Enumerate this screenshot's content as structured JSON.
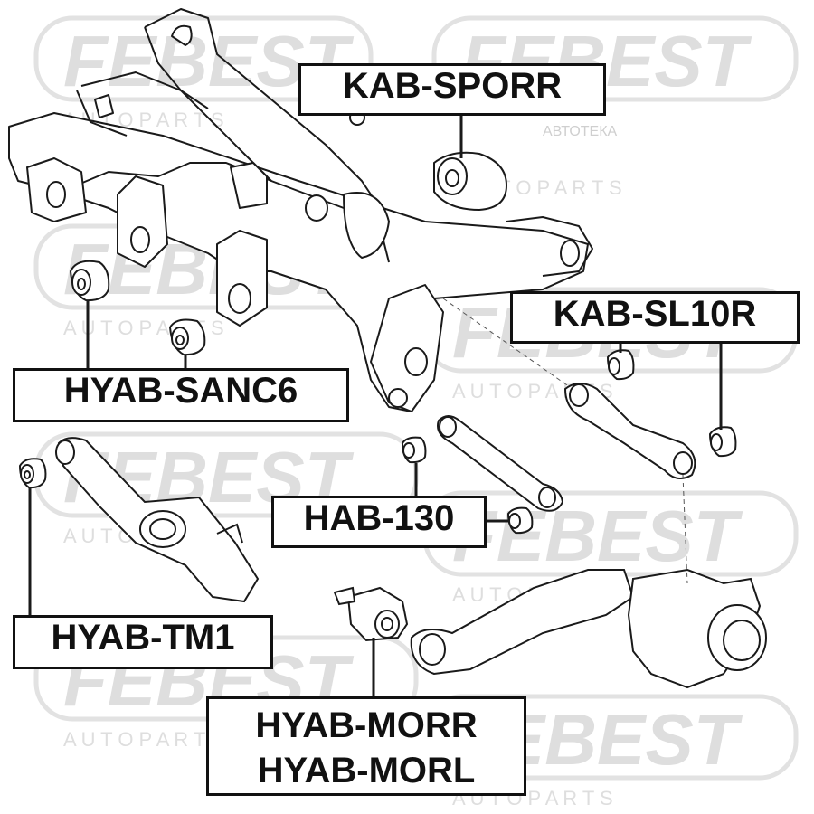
{
  "watermark": {
    "brand": "FEBEST",
    "tagline": "A U T O   P A R T S",
    "mark": "АВТОТЕКА",
    "color": "#d8d8d8"
  },
  "labels": {
    "kab_sporr": "KAB-SPORR",
    "kab_sl10r": "KAB-SL10R",
    "hyab_sanc6": "HYAB-SANC6",
    "hab_130": "HAB-130",
    "hyab_tm1": "HYAB-TM1",
    "hyab_morr": "HYAB-MORR",
    "hyab_morl": "HYAB-MORL"
  },
  "colors": {
    "line": "#1a1a1a",
    "label_border": "#111111"
  }
}
